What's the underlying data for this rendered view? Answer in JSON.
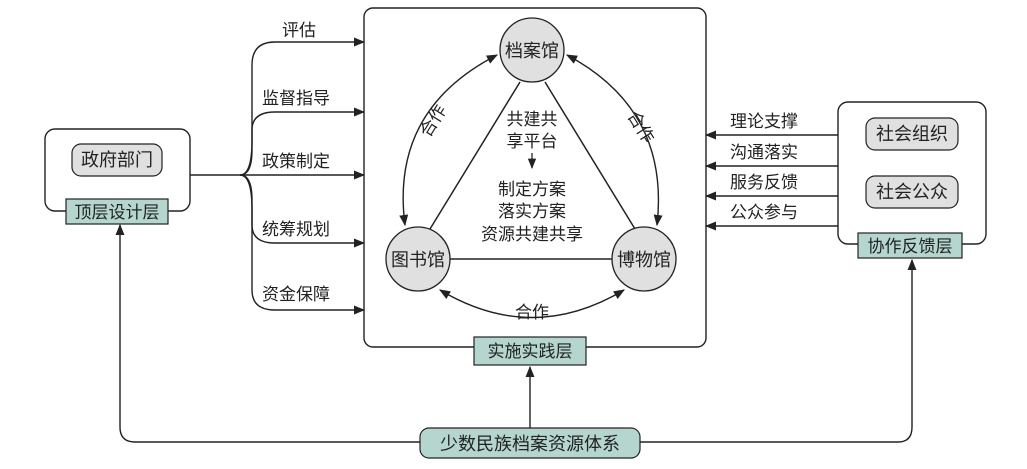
{
  "layers": {
    "top": "顶层设计层",
    "practice": "实施实践层",
    "feedback": "协作反馈层"
  },
  "government": "政府部门",
  "gov_arrows": [
    "评估",
    "监督指导",
    "政策制定",
    "统筹规划",
    "资金保障"
  ],
  "institutions": {
    "archive": "档案馆",
    "library": "图书馆",
    "museum": "博物馆"
  },
  "cooperation": "合作",
  "center": {
    "platform_line1": "共建共",
    "platform_line2": "享平台",
    "step1": "制定方案",
    "step2": "落实方案",
    "step3": "资源共建共享"
  },
  "feedback_arrows": [
    "理论支撑",
    "沟通落实",
    "服务反馈",
    "公众参与"
  ],
  "social": {
    "org": "社会组织",
    "public": "社会公众"
  },
  "system": "少数民族档案资源体系",
  "colors": {
    "teal_label": "#b5d6cf",
    "node_fill": "#e0e0e0",
    "line": "#222222"
  }
}
